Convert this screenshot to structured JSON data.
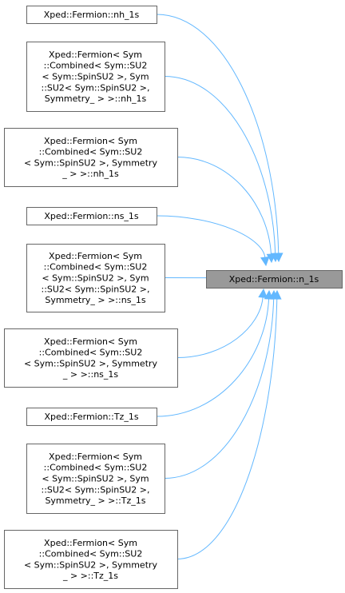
{
  "target": {
    "label": "Xped::Fermion::n_1s"
  },
  "callers": [
    {
      "lines": [
        "Xped::Fermion::nh_1s"
      ]
    },
    {
      "lines": [
        "Xped::Fermion< Sym",
        "::Combined< Sym::SU2",
        "< Sym::SpinSU2 >, Sym",
        "::SU2< Sym::SpinSU2 >,",
        "Symmetry_ > >::nh_1s"
      ]
    },
    {
      "lines": [
        "Xped::Fermion< Sym",
        "::Combined< Sym::SU2",
        "< Sym::SpinSU2 >, Symmetry",
        "_ > >::nh_1s"
      ]
    },
    {
      "lines": [
        "Xped::Fermion::ns_1s"
      ]
    },
    {
      "lines": [
        "Xped::Fermion< Sym",
        "::Combined< Sym::SU2",
        "< Sym::SpinSU2 >, Sym",
        "::SU2< Sym::SpinSU2 >,",
        "Symmetry_ > >::ns_1s"
      ]
    },
    {
      "lines": [
        "Xped::Fermion< Sym",
        "::Combined< Sym::SU2",
        "< Sym::SpinSU2 >, Symmetry",
        "_ > >::ns_1s"
      ]
    },
    {
      "lines": [
        "Xped::Fermion::Tz_1s"
      ]
    },
    {
      "lines": [
        "Xped::Fermion< Sym",
        "::Combined< Sym::SU2",
        "< Sym::SpinSU2 >, Sym",
        "::SU2< Sym::SpinSU2 >,",
        "Symmetry_ > >::Tz_1s"
      ]
    },
    {
      "lines": [
        "Xped::Fermion< Sym",
        "::Combined< Sym::SU2",
        "< Sym::SpinSU2 >, Symmetry",
        "_ > >::Tz_1s"
      ]
    }
  ],
  "colors": {
    "edge": "#63b8ff",
    "target_fill": "#999999",
    "node_border": "#666666"
  }
}
